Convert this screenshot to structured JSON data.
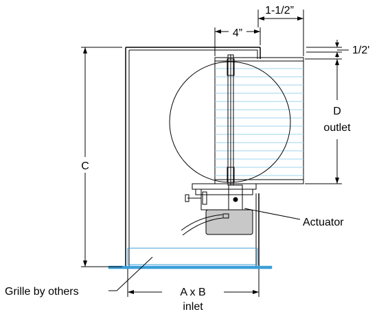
{
  "labels": {
    "dim_4": "4”",
    "dim_1_5": "1-1/2”",
    "dim_half": "1/2'",
    "dim_c": "C",
    "dim_d": "D",
    "outlet": "outlet",
    "actuator": "Actuator",
    "grille": "Grille by others",
    "dim_ab": "A x B",
    "inlet": "inlet"
  },
  "colors": {
    "line": "#000000",
    "grille_blue": "#3a9fd8",
    "slat_blue": "#9cd3ee",
    "motor_gray": "#c8c8c8"
  }
}
